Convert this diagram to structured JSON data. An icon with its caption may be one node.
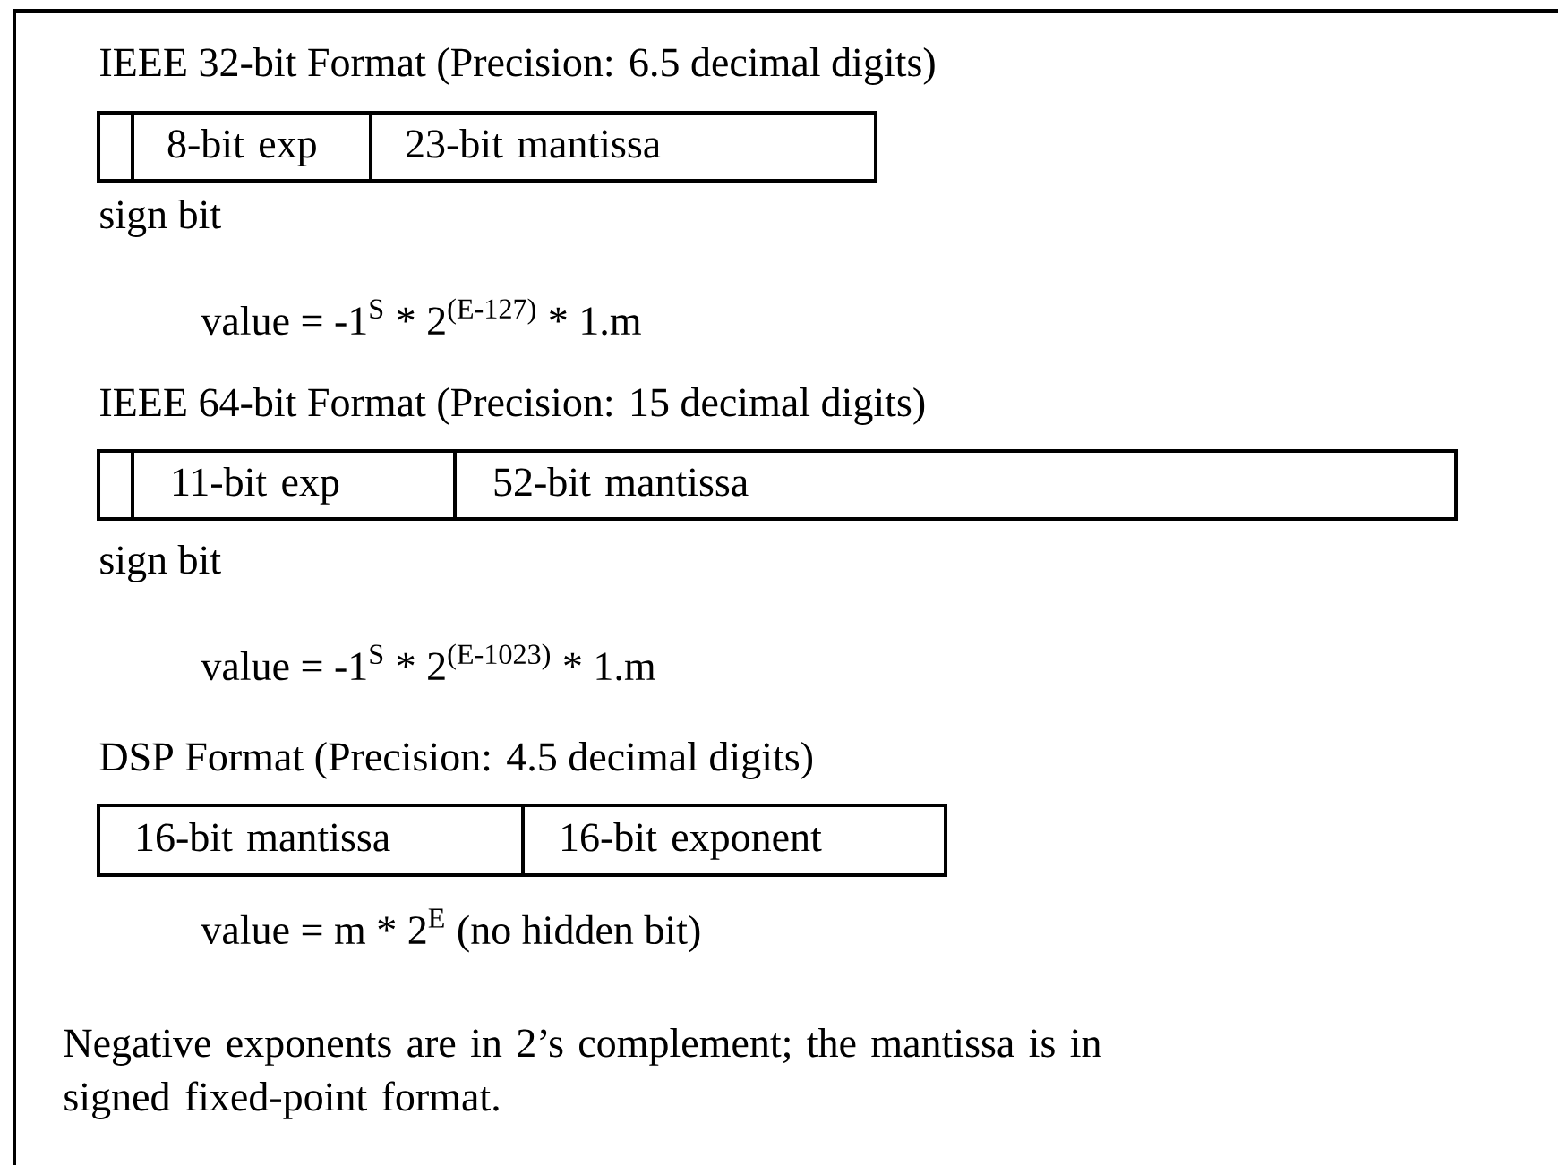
{
  "diagram": {
    "nodes": [
      {
        "text": [],
        "shape": "box"
      },
      {
        "text": [
          "8-bit exp"
        ]
      },
      {
        "text": [
          "23-bit mantissa"
        ]
      },
      {
        "text": [],
        "shape": "box"
      },
      {
        "text": [
          "11-bit exp"
        ]
      },
      {
        "text": [
          "52-bit mantissa"
        ]
      },
      {
        "text": [
          "16-bit mantissa"
        ]
      },
      {
        "text": [
          "16-bit exponent"
        ]
      }
    ],
    "labels": [
      "IEEE 32-bit Format (Precision: 6.5 decimal digits)",
      "sign bit",
      "value = -1$^{S}$ * 2$^{(E-127)}$ * 1.m",
      "IEEE 64-bit Format (Precision: 15 decimal digits)",
      "sign bit",
      "value = -1$^{S}$ * 2$^{(E-1023)}$ * 1.m",
      "DSP Format (Precision: 4.5 decimal digits)",
      "value = m * 2$^{E}$ (no hidden bit)",
      "Negative exponents are in 2’s complement; the mantissa is in signed fixed-point format."
    ]
  }
}
